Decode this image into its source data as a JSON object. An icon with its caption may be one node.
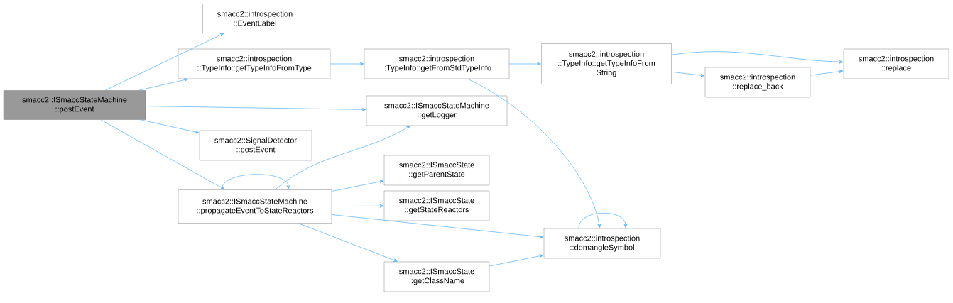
{
  "diagram": {
    "nodes": [
      {
        "text": [
          "smacc2::ISmaccStateMachine ::postEvent"
        ]
      },
      {
        "text": [
          "smacc2::introspection ::EventLabel"
        ]
      },
      {
        "text": [
          "smacc2::introspection ::TypeInfo::getTypeInfoFromType"
        ]
      },
      {
        "text": [
          "smacc2::introspection ::TypeInfo::getFromStdTypeInfo"
        ]
      },
      {
        "text": [
          "smacc2::introspection ::TypeInfo::getTypeInfoFrom String"
        ]
      },
      {
        "text": [
          "smacc2::introspection ::replace"
        ]
      },
      {
        "text": [
          "smacc2::introspection ::replace_back"
        ]
      },
      {
        "text": [
          "smacc2::ISmaccStateMachine ::getLogger"
        ]
      },
      {
        "text": [
          "smacc2::SignalDetector ::postEvent"
        ]
      },
      {
        "text": [
          "smacc2::ISmaccStateMachine ::propagateEventToStateReactors"
        ]
      },
      {
        "text": [
          "smacc2::ISmaccState ::getParentState"
        ]
      },
      {
        "text": [
          "smacc2::ISmaccState ::getStateReactors"
        ]
      },
      {
        "text": [
          "smacc2::introspection ::demangleSymbol"
        ]
      },
      {
        "text": [
          "smacc2::ISmaccState ::getClassName"
        ]
      }
    ],
    "edges": [
      {
        "from": 0,
        "to": 1,
        "arrow": "to"
      },
      {
        "from": 0,
        "to": 2,
        "arrow": "to"
      },
      {
        "from": 0,
        "to": 7,
        "arrow": "to"
      },
      {
        "from": 0,
        "to": 8,
        "arrow": "to"
      },
      {
        "from": 0,
        "to": 9,
        "arrow": "to"
      },
      {
        "from": 2,
        "to": 3,
        "arrow": "to"
      },
      {
        "from": 3,
        "to": 4,
        "arrow": "to"
      },
      {
        "from": 3,
        "to": 12,
        "arrow": "to"
      },
      {
        "from": 4,
        "to": 5,
        "arrow": "to"
      },
      {
        "from": 4,
        "to": 6,
        "arrow": "to"
      },
      {
        "from": 6,
        "to": 5,
        "arrow": "to"
      },
      {
        "from": 9,
        "to": 9,
        "arrow": "to"
      },
      {
        "from": 9,
        "to": 7,
        "arrow": "to"
      },
      {
        "from": 9,
        "to": 10,
        "arrow": "to"
      },
      {
        "from": 9,
        "to": 11,
        "arrow": "to"
      },
      {
        "from": 9,
        "to": 12,
        "arrow": "to"
      },
      {
        "from": 9,
        "to": 13,
        "arrow": "to"
      },
      {
        "from": 12,
        "to": 12,
        "arrow": "to"
      },
      {
        "from": 13,
        "to": 12,
        "arrow": "to"
      }
    ]
  }
}
